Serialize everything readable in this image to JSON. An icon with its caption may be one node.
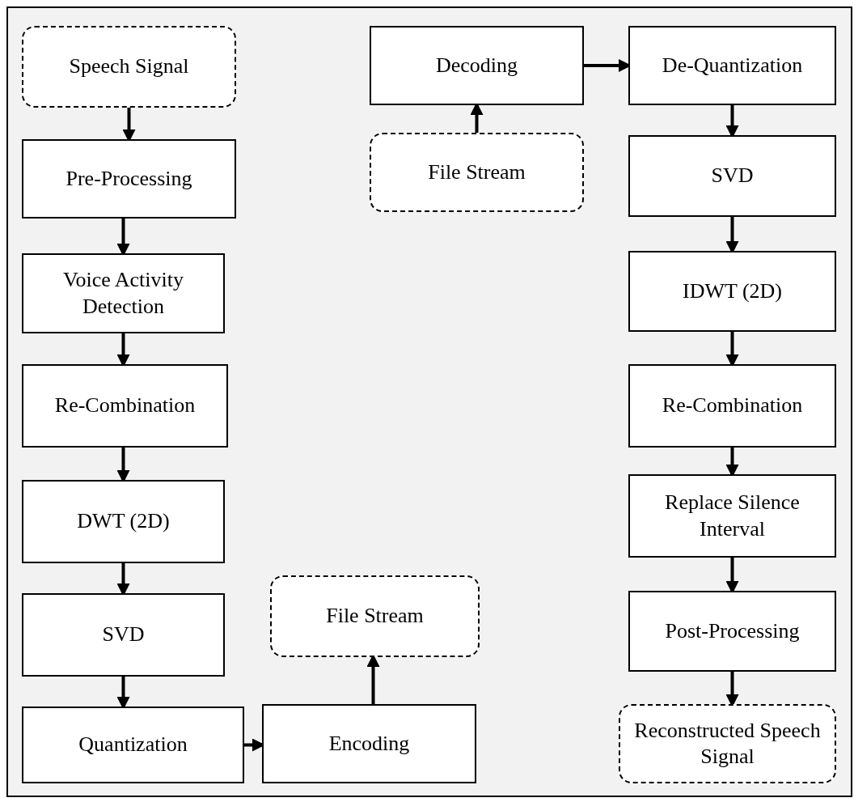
{
  "diagram": {
    "nodes": [
      {
        "text": [
          "Speech Signal"
        ]
      },
      {
        "text": [
          "Pre-Processing"
        ]
      },
      {
        "text": [
          "Voice Activity Detection"
        ]
      },
      {
        "text": [
          "Re-Combination"
        ]
      },
      {
        "text": [
          "DWT (2D)"
        ]
      },
      {
        "text": [
          "SVD"
        ]
      },
      {
        "text": [
          "Quantization"
        ]
      },
      {
        "text": [
          "Encoding"
        ]
      },
      {
        "text": [
          "File Stream"
        ]
      },
      {
        "text": [
          "File Stream"
        ]
      },
      {
        "text": [
          "Decoding"
        ]
      },
      {
        "text": [
          "De-Quantization"
        ]
      },
      {
        "text": [
          "SVD"
        ]
      },
      {
        "text": [
          "IDWT (2D)"
        ]
      },
      {
        "text": [
          "Re-Combination"
        ]
      },
      {
        "text": [
          "Replace Silence Interval"
        ]
      },
      {
        "text": [
          "Post-Processing"
        ]
      },
      {
        "text": [
          "Reconstructed Speech Signal"
        ]
      }
    ],
    "edges": [
      {
        "from": 0,
        "to": 1,
        "arrow": "to"
      },
      {
        "from": 1,
        "to": 2,
        "arrow": "to"
      },
      {
        "from": 2,
        "to": 3,
        "arrow": "to"
      },
      {
        "from": 3,
        "to": 4,
        "arrow": "to"
      },
      {
        "from": 4,
        "to": 5,
        "arrow": "to"
      },
      {
        "from": 5,
        "to": 6,
        "arrow": "to"
      },
      {
        "from": 6,
        "to": 7,
        "arrow": "to"
      },
      {
        "from": 7,
        "to": 8,
        "arrow": "to"
      },
      {
        "from": 9,
        "to": 10,
        "arrow": "to"
      },
      {
        "from": 10,
        "to": 11,
        "arrow": "to"
      },
      {
        "from": 11,
        "to": 12,
        "arrow": "to"
      },
      {
        "from": 12,
        "to": 13,
        "arrow": "to"
      },
      {
        "from": 13,
        "to": 14,
        "arrow": "to"
      },
      {
        "from": 14,
        "to": 15,
        "arrow": "to"
      },
      {
        "from": 15,
        "to": 16,
        "arrow": "to"
      },
      {
        "from": 16,
        "to": 17,
        "arrow": "to"
      }
    ]
  }
}
